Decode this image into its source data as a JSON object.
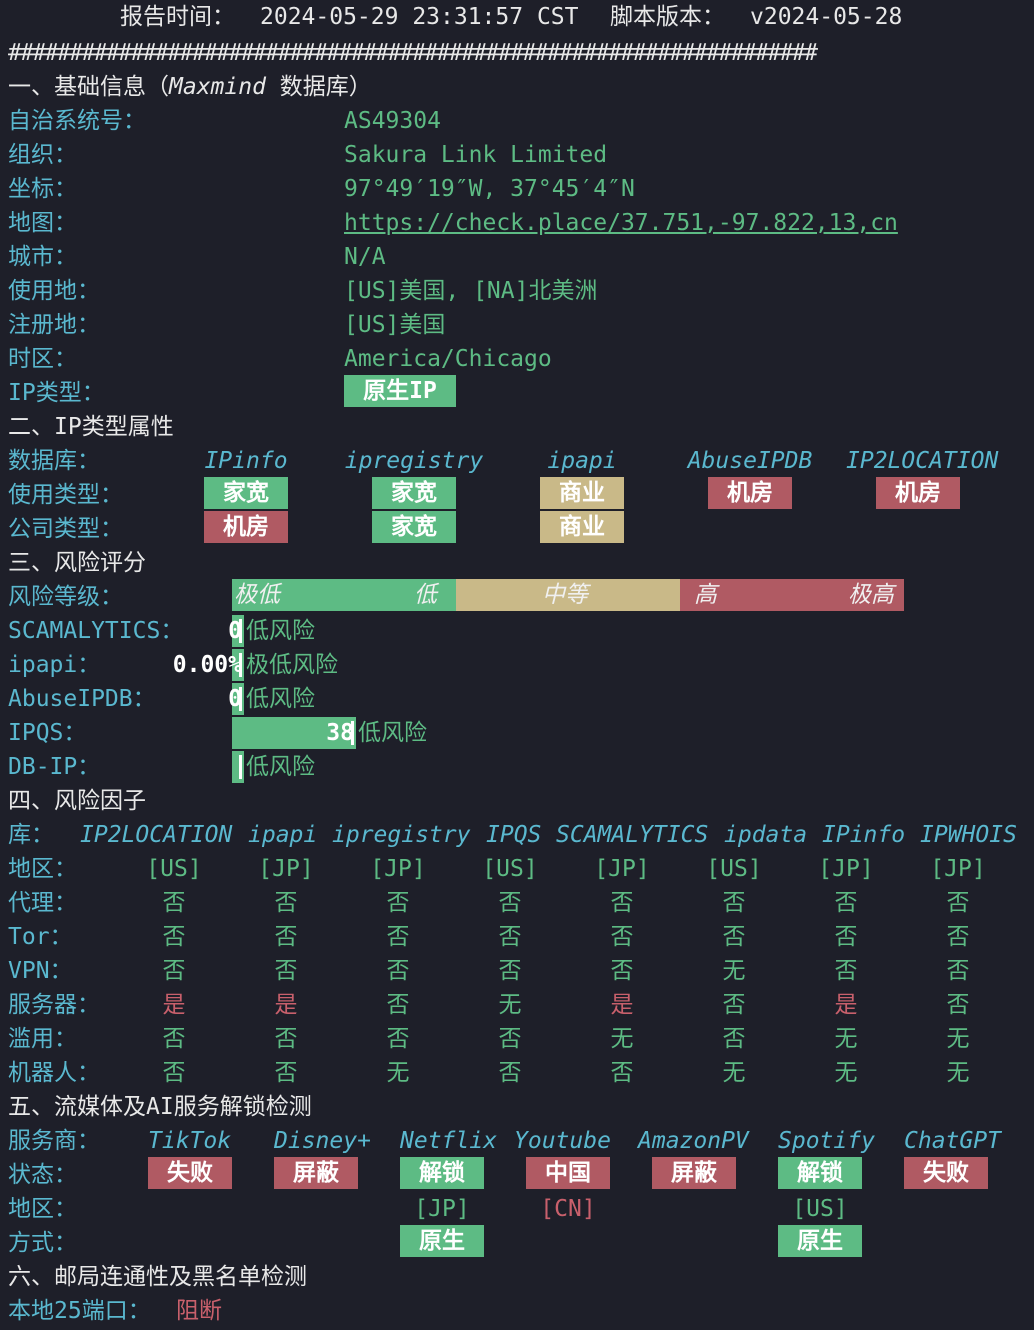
{
  "header": {
    "report_time_label": "报告时间：",
    "report_time": "2024-05-29 23:31:57 CST",
    "script_version_label": "脚本版本：",
    "script_version": "v2024-05-28",
    "separator": "##################################################################"
  },
  "basic": {
    "title_prefix": "一、基础信息（",
    "title_db": "Maxmind",
    "title_suffix": " 数据库）",
    "asn_label": "自治系统号：",
    "asn": "AS49304",
    "org_label": "组织：",
    "org": "Sakura Link Limited",
    "coord_label": "坐标：",
    "coord": "97°49′19″W, 37°45′4″N",
    "map_label": "地图：",
    "map": "https://check.place/37.751,-97.822,13,cn",
    "city_label": "城市：",
    "city": "N/A",
    "use_loc_label": "使用地：",
    "use_loc": "[US]美国, [NA]北美洲",
    "reg_loc_label": "注册地：",
    "reg_loc": "[US]美国",
    "tz_label": "时区：",
    "tz": "America/Chicago",
    "ip_type_label": "IP类型：",
    "ip_type": "原生IP"
  },
  "ip_type": {
    "title": "二、IP类型属性",
    "db_label": "数据库：",
    "usage_label": "使用类型：",
    "company_label": "公司类型：",
    "dbs": [
      "IPinfo",
      "ipregistry",
      "ipapi",
      "AbuseIPDB",
      "IP2LOCATION"
    ],
    "usage": [
      "家宽",
      "家宽",
      "商业",
      "机房",
      "机房"
    ],
    "company": [
      "机房",
      "家宽",
      "商业"
    ]
  },
  "risk": {
    "title": "三、风险评分",
    "level_label": "风险等级：",
    "levels": [
      "极低",
      "低",
      "中等",
      "高",
      "极高"
    ],
    "colors": {
      "low": "#5dbb84",
      "mid": "#c9b988",
      "high": "#b05a63"
    },
    "rows": [
      {
        "name": "SCAMALYTICS：",
        "score": "0",
        "level": "低风险",
        "fraction": 0.0
      },
      {
        "name": "ipapi：",
        "score": "0.00%",
        "level": "极低风险",
        "fraction": 0.0
      },
      {
        "name": "AbuseIPDB：",
        "score": "0",
        "level": "低风险",
        "fraction": 0.0
      },
      {
        "name": "IPQS：",
        "score": "38",
        "level": "低风险",
        "fraction": 0.38
      },
      {
        "name": "DB-IP：",
        "score": "",
        "level": "低风险",
        "fraction": 0.0
      }
    ]
  },
  "factors": {
    "title": "四、风险因子",
    "db_label": "库：",
    "dbs": [
      "IP2LOCATION",
      "ipapi",
      "ipregistry",
      "IPQS",
      "SCAMALYTICS",
      "ipdata",
      "IPinfo",
      "IPWHOIS"
    ],
    "rows": [
      {
        "label": "地区：",
        "values": [
          "[US]",
          "[JP]",
          "[JP]",
          "[US]",
          "[JP]",
          "[US]",
          "[JP]",
          "[JP]"
        ]
      },
      {
        "label": "代理：",
        "values": [
          "否",
          "否",
          "否",
          "否",
          "否",
          "否",
          "否",
          "否"
        ]
      },
      {
        "label": "Tor：",
        "values": [
          "否",
          "否",
          "否",
          "否",
          "否",
          "否",
          "否",
          "否"
        ]
      },
      {
        "label": "VPN：",
        "values": [
          "否",
          "否",
          "否",
          "否",
          "否",
          "无",
          "否",
          "否"
        ]
      },
      {
        "label": "服务器：",
        "values": [
          "是",
          "是",
          "否",
          "无",
          "是",
          "否",
          "是",
          "否"
        ]
      },
      {
        "label": "滥用：",
        "values": [
          "否",
          "否",
          "否",
          "否",
          "无",
          "否",
          "无",
          "无"
        ]
      },
      {
        "label": "机器人：",
        "values": [
          "否",
          "否",
          "无",
          "否",
          "否",
          "无",
          "无",
          "无"
        ]
      }
    ]
  },
  "media": {
    "title": "五、流媒体及AI服务解锁检测",
    "provider_label": "服务商：",
    "status_label": "状态：",
    "region_label": "地区：",
    "method_label": "方式：",
    "providers": [
      "TikTok",
      "Disney+",
      "Netflix",
      "Youtube",
      "AmazonPV",
      "Spotify",
      "ChatGPT"
    ],
    "status": [
      "失败",
      "屏蔽",
      "解锁",
      "中国",
      "屏蔽",
      "解锁",
      "失败"
    ],
    "region": [
      "",
      "",
      "[JP]",
      "[CN]",
      "",
      "[US]",
      ""
    ],
    "method": [
      "",
      "",
      "原生",
      "",
      "",
      "原生",
      ""
    ]
  },
  "mail": {
    "title": "六、邮局连通性及黑名单检测",
    "port_label": "本地25端口：",
    "port_status": "阻断"
  }
}
